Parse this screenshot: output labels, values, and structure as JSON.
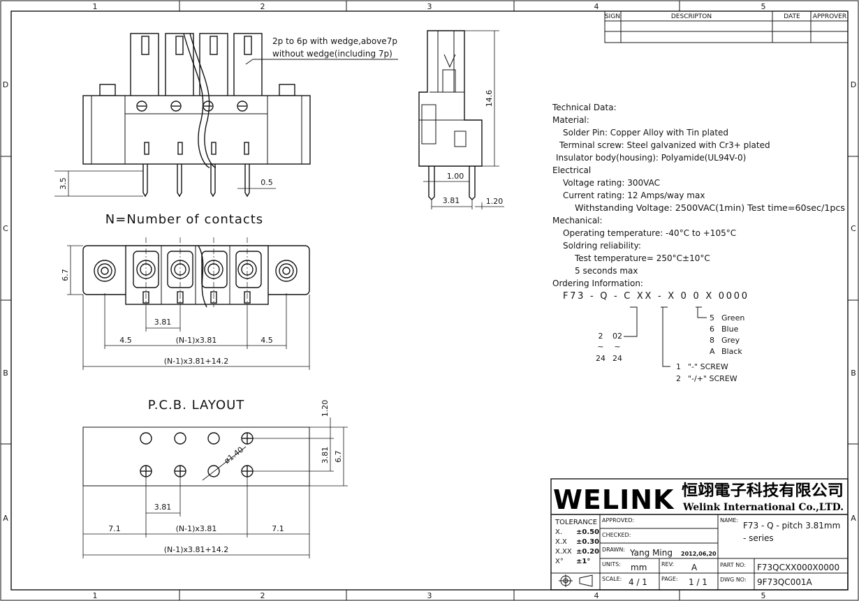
{
  "frame": {
    "col_numbers": [
      "1",
      "2",
      "3",
      "4",
      "5"
    ],
    "row_letters": [
      "D",
      "C",
      "B",
      "A"
    ]
  },
  "revision_block": {
    "headers": [
      "SIGN",
      "DESCRIPTON",
      "DATE",
      "APPROVER"
    ]
  },
  "top_view": {
    "note_line1": "2p to 6p with wedge,above7p",
    "note_line2": "without wedge(including 7p)",
    "dim_pin_length": "3.5",
    "dim_pin_width": "0.5"
  },
  "side_view": {
    "dim_height": "14.6",
    "dim_pin": "1.00",
    "dim_pitch": "3.81",
    "dim_offset": "1.20"
  },
  "front_view": {
    "caption": "N=Number of contacts",
    "dim_height": "6.7",
    "dim_pitch": "3.81",
    "dim_left": "4.5",
    "dim_mid": "(N-1)x3.81",
    "dim_right": "4.5",
    "dim_total": "(N-1)x3.81+14.2"
  },
  "pcb_layout": {
    "title": "P.C.B. LAYOUT",
    "dim_top": "1.20",
    "dim_row": "3.81",
    "dim_height": "6.7",
    "dim_hole": "ø1.40",
    "dim_pitch": "3.81",
    "dim_left": "7.1",
    "dim_mid": "(N-1)x3.81",
    "dim_right": "7.1",
    "dim_total": "(N-1)x3.81+14.2"
  },
  "tech_data": {
    "lines": [
      "Technical Data:",
      "Material:",
      "Solder Pin: Copper Alloy with Tin plated",
      "Terminal screw: Steel galvanized with Cr3+ plated",
      "Insulator body(housing): Polyamide(UL94V-0)",
      "Electrical",
      "Voltage rating: 300VAC",
      "Current rating: 12 Amps/way max",
      "Withstanding Voltage: 2500VAC(1min) Test time=60sec/1pcs",
      "Mechanical:",
      "Operating temperature: -40°C to +105°C",
      "Soldring reliability:",
      "Test temperature= 250°C±10°C",
      "5 seconds max",
      "Ordering Information:"
    ]
  },
  "ordering": {
    "code": "F73 - Q - C XX - X 0  0 X  0000",
    "pins_from": "2",
    "pins_from_code": "02",
    "pins_tilde": "~",
    "pins_to": "24",
    "pins_to_code": "24",
    "screw_1_num": "1",
    "screw_1_label": "\"-\" SCREW",
    "screw_2_num": "2",
    "screw_2_label": "\"-/+\" SCREW",
    "colors": [
      {
        "code": "5",
        "name": "Green"
      },
      {
        "code": "6",
        "name": "Blue"
      },
      {
        "code": "8",
        "name": "Grey"
      },
      {
        "code": "A",
        "name": "Black"
      }
    ]
  },
  "title_block": {
    "brand": "WELINK",
    "company_cn": "恒翊電子科技有限公司",
    "company_en": "Welink International Co.,LTD.",
    "tolerance_label": "TOLERANCE",
    "tol_rows": [
      {
        "k": "X.",
        "v": "±0.50"
      },
      {
        "k": "X.X",
        "v": "±0.30"
      },
      {
        "k": "X.XX",
        "v": "±0.20"
      },
      {
        "k": "X°",
        "v": "±1°"
      }
    ],
    "approved_label": "APPROVED:",
    "checked_label": "CHECKED:",
    "drawn_label": "DRAWN:",
    "drawn_name": "Yang Ming",
    "drawn_date": "2012,06,20",
    "units_label": "UNITS:",
    "units_value": "mm",
    "rev_label": "REV:",
    "rev_value": "A",
    "scale_label": "SCALE:",
    "scale_value": "4 / 1",
    "page_label": "PAGE:",
    "page_value": "1 / 1",
    "name_label": "NAME:",
    "name_line1": "F73 - Q - pitch 3.81mm",
    "name_line2": "- series",
    "partno_label": "PART NO:",
    "partno_value": "F73QCXX000X0000",
    "dwgno_label": "DWG NO:",
    "dwgno_value": "9F73QC001A"
  }
}
